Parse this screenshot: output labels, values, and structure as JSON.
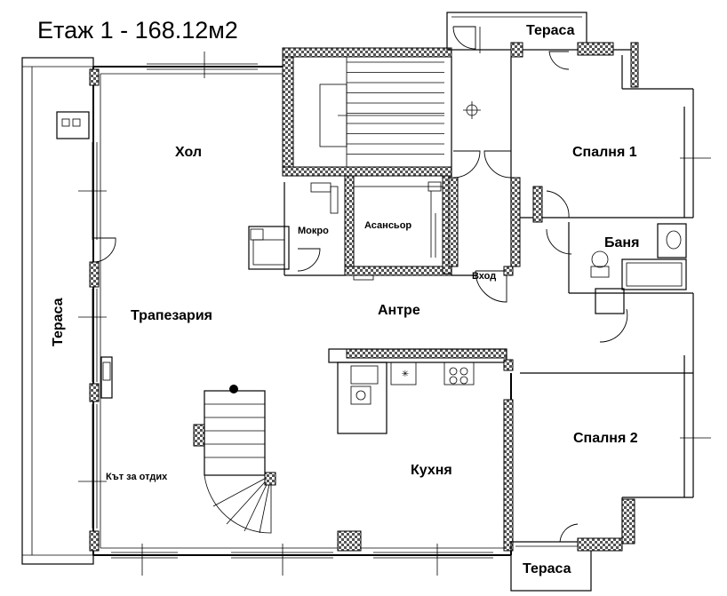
{
  "title": "Етаж 1 - 168.12м2",
  "rooms": {
    "hol": "Хол",
    "trapezaria": "Трапезария",
    "antre": "Антре",
    "kuhnya": "Кухня",
    "spalnya1": "Спалня 1",
    "spalnya2": "Спалня 2",
    "banya": "Баня",
    "mokro": "Мокро",
    "asansyor": "Асансьор",
    "vhod": "Вход",
    "kat_za_otdih": "Кът за отдих",
    "terasa_left": "Тераса",
    "terasa_top": "Тераса",
    "terasa_bottom": "Тераса"
  }
}
